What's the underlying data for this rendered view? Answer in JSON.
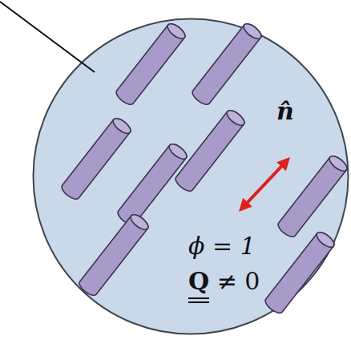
{
  "diagram": {
    "nodes": [
      {
        "text": [
          "n̂",
          "ϕ = 1",
          "Q ≠ 0"
        ]
      }
    ]
  }
}
